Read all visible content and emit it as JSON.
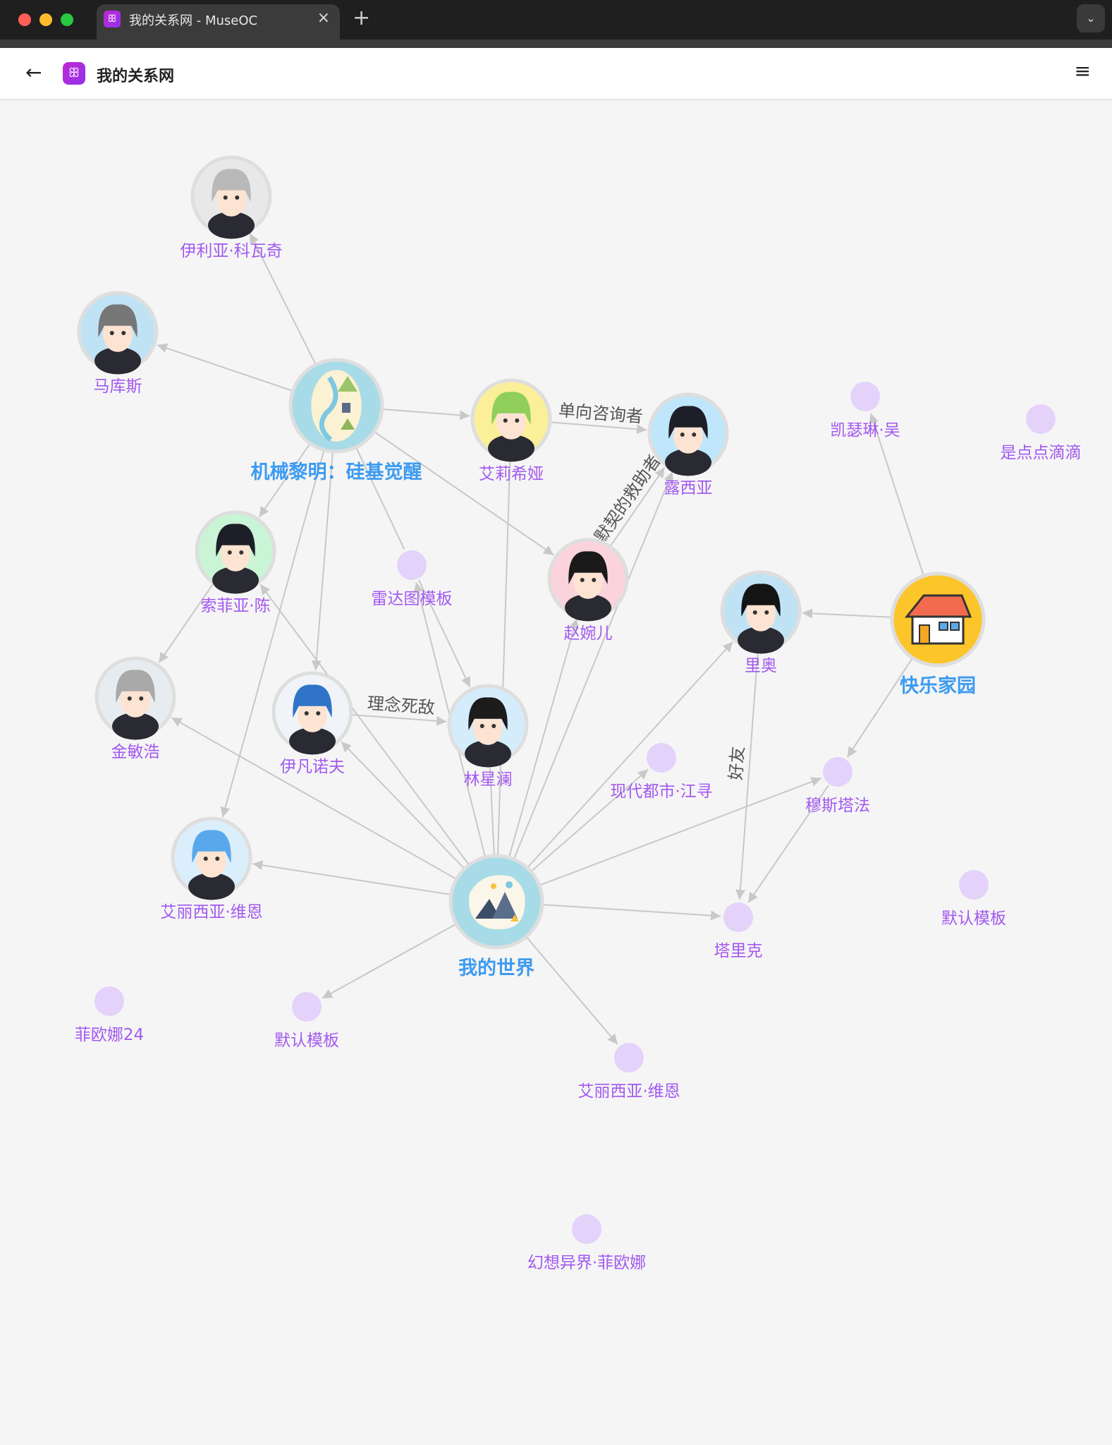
{
  "browser": {
    "tab_title": "我的关系网 - MuseOC",
    "close_glyph": "×",
    "new_tab_glyph": "+",
    "tab_menu_glyph": "⌄"
  },
  "header": {
    "title": "我的关系网",
    "back_glyph": "←",
    "menu_glyph": "≡",
    "logo_glyph": "ꕥ"
  },
  "colors": {
    "character_label": "#a259f0",
    "world_label": "#3d9bf0",
    "edge": "#c8c8c8",
    "edge_label": "#555555",
    "placeholder_node": "#e4d2fb",
    "avatar_ring": "#dedede"
  },
  "nodes": [
    {
      "id": "ilya",
      "label": "伊利亚·科瓦奇",
      "type": "avatar",
      "bg": "#e8e8e8",
      "hair": "#b9b9b9"
    },
    {
      "id": "marcus",
      "label": "马库斯",
      "type": "avatar",
      "bg": "#bfe3f5",
      "hair": "#777777"
    },
    {
      "id": "mech",
      "label": "机械黎明：硅基觉醒",
      "type": "world",
      "bg": "#a8dbe8"
    },
    {
      "id": "ailixiya",
      "label": "艾莉希娅",
      "type": "avatar",
      "bg": "#fbef9a",
      "hair": "#8fcf5a"
    },
    {
      "id": "luxiya",
      "label": "露西亚",
      "type": "avatar",
      "bg": "#bfe6fb",
      "hair": "#1e1e28"
    },
    {
      "id": "kaiselin",
      "label": "凯瑟琳·吴",
      "type": "dot"
    },
    {
      "id": "diandian",
      "label": "是点点滴滴",
      "type": "dot"
    },
    {
      "id": "sofia",
      "label": "索菲亚·陈",
      "type": "avatar",
      "bg": "#c9f4d6",
      "hair": "#1e1e28"
    },
    {
      "id": "radar",
      "label": "雷达图模板",
      "type": "dot"
    },
    {
      "id": "zhaowaner",
      "label": "赵婉儿",
      "type": "avatar",
      "bg": "#fbd3dc",
      "hair": "#1a1a1a"
    },
    {
      "id": "leo",
      "label": "里奥",
      "type": "avatar",
      "bg": "#bfe3f5",
      "hair": "#141414"
    },
    {
      "id": "home",
      "label": "快乐家园",
      "type": "home",
      "bg": "#fcc52a"
    },
    {
      "id": "jinminhao",
      "label": "金敏浩",
      "type": "avatar",
      "bg": "#e6ecef",
      "hair": "#a9a9a9"
    },
    {
      "id": "ivanov",
      "label": "伊凡诺夫",
      "type": "avatar",
      "bg": "#f0f4f8",
      "hair": "#2f74c8"
    },
    {
      "id": "linxinglan",
      "label": "林星澜",
      "type": "avatar",
      "bg": "#d5ecfb",
      "hair": "#1c1c1c"
    },
    {
      "id": "jiangxun",
      "label": "现代都市·江寻",
      "type": "dot"
    },
    {
      "id": "mustafa",
      "label": "穆斯塔法",
      "type": "dot"
    },
    {
      "id": "alicia_a",
      "label": "艾丽西亚·维恩",
      "type": "avatar",
      "bg": "#dbeefb",
      "hair": "#5aa8ec"
    },
    {
      "id": "myworld",
      "label": "我的世界",
      "type": "world2",
      "bg": "#a8dbe8"
    },
    {
      "id": "default_r",
      "label": "默认模板",
      "type": "dot"
    },
    {
      "id": "tarik",
      "label": "塔里克",
      "type": "dot"
    },
    {
      "id": "fiona24",
      "label": "菲欧娜24",
      "type": "dot"
    },
    {
      "id": "default_l",
      "label": "默认模板",
      "type": "dot"
    },
    {
      "id": "alicia_d",
      "label": "艾丽西亚·维恩",
      "type": "dot"
    },
    {
      "id": "fantasy",
      "label": "幻想异界·菲欧娜",
      "type": "dot"
    }
  ],
  "edges": [
    {
      "from": "mech",
      "to": "ilya"
    },
    {
      "from": "mech",
      "to": "marcus"
    },
    {
      "from": "mech",
      "to": "ailixiya"
    },
    {
      "from": "mech",
      "to": "zhaowaner"
    },
    {
      "from": "mech",
      "to": "sofia"
    },
    {
      "from": "mech",
      "to": "ivanov"
    },
    {
      "from": "mech",
      "to": "alicia_a"
    },
    {
      "from": "mech",
      "to": "radar",
      "arrow": false
    },
    {
      "from": "ailixiya",
      "to": "luxiya",
      "label": "单向咨询者"
    },
    {
      "from": "zhaowaner",
      "to": "luxiya",
      "label": "默契的救助者"
    },
    {
      "from": "sofia",
      "to": "jinminhao"
    },
    {
      "from": "ivanov",
      "to": "linxinglan",
      "label": "理念死敌"
    },
    {
      "from": "radar",
      "to": "linxinglan"
    },
    {
      "from": "myworld",
      "to": "sofia"
    },
    {
      "from": "myworld",
      "to": "ivanov"
    },
    {
      "from": "myworld",
      "to": "jinminhao"
    },
    {
      "from": "myworld",
      "to": "alicia_a"
    },
    {
      "from": "myworld",
      "to": "default_l"
    },
    {
      "from": "myworld",
      "to": "alicia_d"
    },
    {
      "from": "myworld",
      "to": "tarik"
    },
    {
      "from": "myworld",
      "to": "mustafa"
    },
    {
      "from": "myworld",
      "to": "leo"
    },
    {
      "from": "myworld",
      "to": "luxiya"
    },
    {
      "from": "myworld",
      "to": "zhaowaner"
    },
    {
      "from": "myworld",
      "to": "ailixiya",
      "arrow": false
    },
    {
      "from": "myworld",
      "to": "radar"
    },
    {
      "from": "myworld",
      "to": "linxinglan",
      "arrow": false
    },
    {
      "from": "myworld",
      "to": "jiangxun"
    },
    {
      "from": "home",
      "to": "leo"
    },
    {
      "from": "home",
      "to": "kaiselin"
    },
    {
      "from": "home",
      "to": "mustafa"
    },
    {
      "from": "leo",
      "to": "tarik",
      "label": "好友"
    },
    {
      "from": "mustafa",
      "to": "tarik"
    }
  ]
}
